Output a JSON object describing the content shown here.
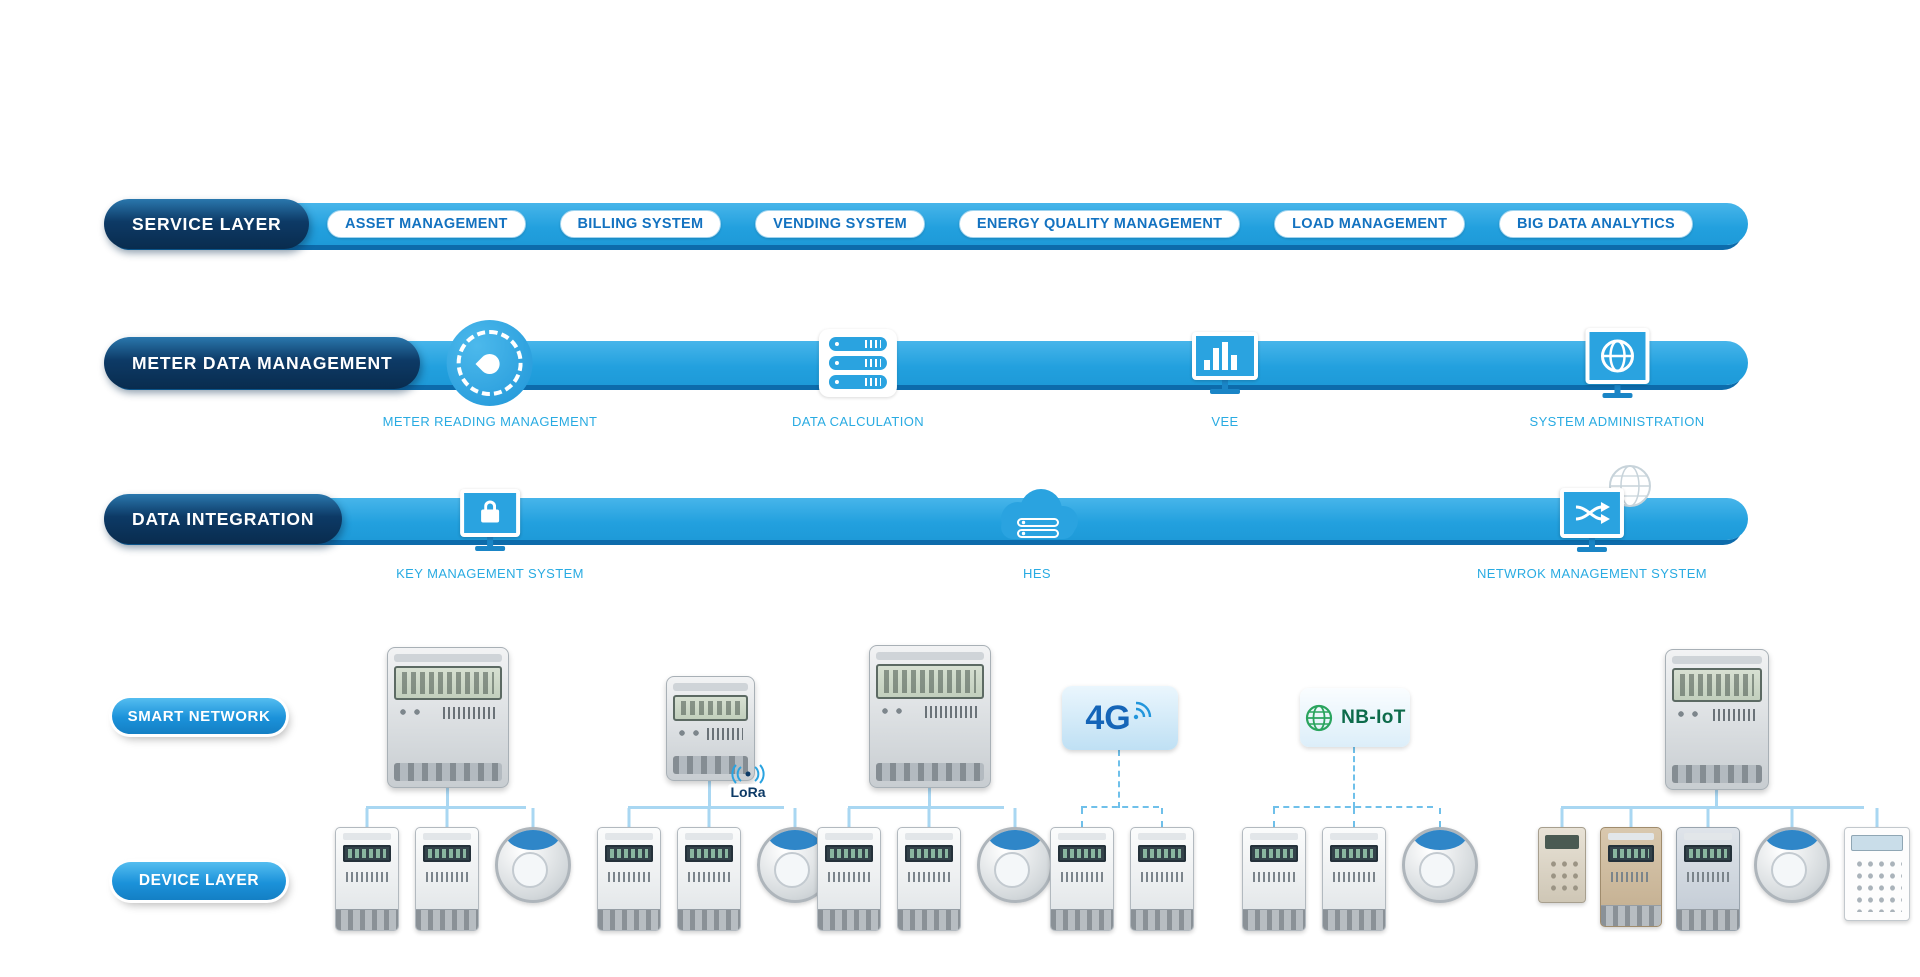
{
  "service_layer": {
    "label": "SERVICE LAYER",
    "items": [
      {
        "label": "ASSET MANAGEMENT"
      },
      {
        "label": "BILLING SYSTEM"
      },
      {
        "label": "VENDING SYSTEM"
      },
      {
        "label": "ENERGY QUALITY MANAGEMENT"
      },
      {
        "label": "LOAD MANAGEMENT"
      },
      {
        "label": "BIG DATA ANALYTICS"
      }
    ]
  },
  "meter_data_management": {
    "label": "METER DATA MANAGEMENT",
    "items": [
      {
        "label": "METER READING MANAGEMENT",
        "icon": "gauge-icon"
      },
      {
        "label": "DATA CALCULATION",
        "icon": "server-stack-icon"
      },
      {
        "label": "VEE",
        "icon": "monitor-bar-chart-icon"
      },
      {
        "label": "SYSTEM ADMINISTRATION",
        "icon": "monitor-globe-icon"
      }
    ]
  },
  "data_integration": {
    "label": "DATA INTEGRATION",
    "items": [
      {
        "label": "KEY MANAGEMENT SYSTEM",
        "icon": "monitor-lock-icon"
      },
      {
        "label": "HES",
        "icon": "cloud-server-icon"
      },
      {
        "label": "NETWROK MANAGEMENT SYSTEM",
        "icon": "monitor-shuffle-globe-icon"
      }
    ]
  },
  "smart_network": {
    "label": "SMART NETWORK",
    "nodes": [
      {
        "type": "data-concentrator"
      },
      {
        "type": "data-concentrator",
        "badge": "LoRa"
      },
      {
        "type": "data-concentrator"
      },
      {
        "type": "cellular-network",
        "label": "4G"
      },
      {
        "type": "cellular-network",
        "label": "NB-IoT"
      },
      {
        "type": "data-concentrator"
      }
    ]
  },
  "device_layer": {
    "label": "DEVICE LAYER",
    "groups": [
      {
        "connector": "solid",
        "devices": [
          "energy-meter",
          "energy-meter",
          "water-meter"
        ]
      },
      {
        "connector": "solid",
        "devices": [
          "energy-meter",
          "energy-meter",
          "water-meter"
        ],
        "network_badge": "LoRa"
      },
      {
        "connector": "solid",
        "devices": [
          "energy-meter",
          "energy-meter",
          "water-meter"
        ]
      },
      {
        "connector": "dashed",
        "devices": [
          "energy-meter",
          "energy-meter"
        ]
      },
      {
        "connector": "dashed",
        "devices": [
          "energy-meter",
          "energy-meter",
          "water-meter"
        ]
      },
      {
        "connector": "solid",
        "devices": [
          "keypad-ciu",
          "energy-meter-brown",
          "energy-meter-gray",
          "water-meter",
          "keypad-ciu-white"
        ]
      }
    ]
  },
  "colors": {
    "bar_blue": "#2FA9E3",
    "bar_shadow": "#0D6BAB",
    "navy_pill": "#0D3A66",
    "label_blue": "#29ABE2",
    "pill_text_blue": "#1372C0",
    "nbiot_green": "#2AA45E",
    "connector_blue": "#A9D7F2"
  }
}
